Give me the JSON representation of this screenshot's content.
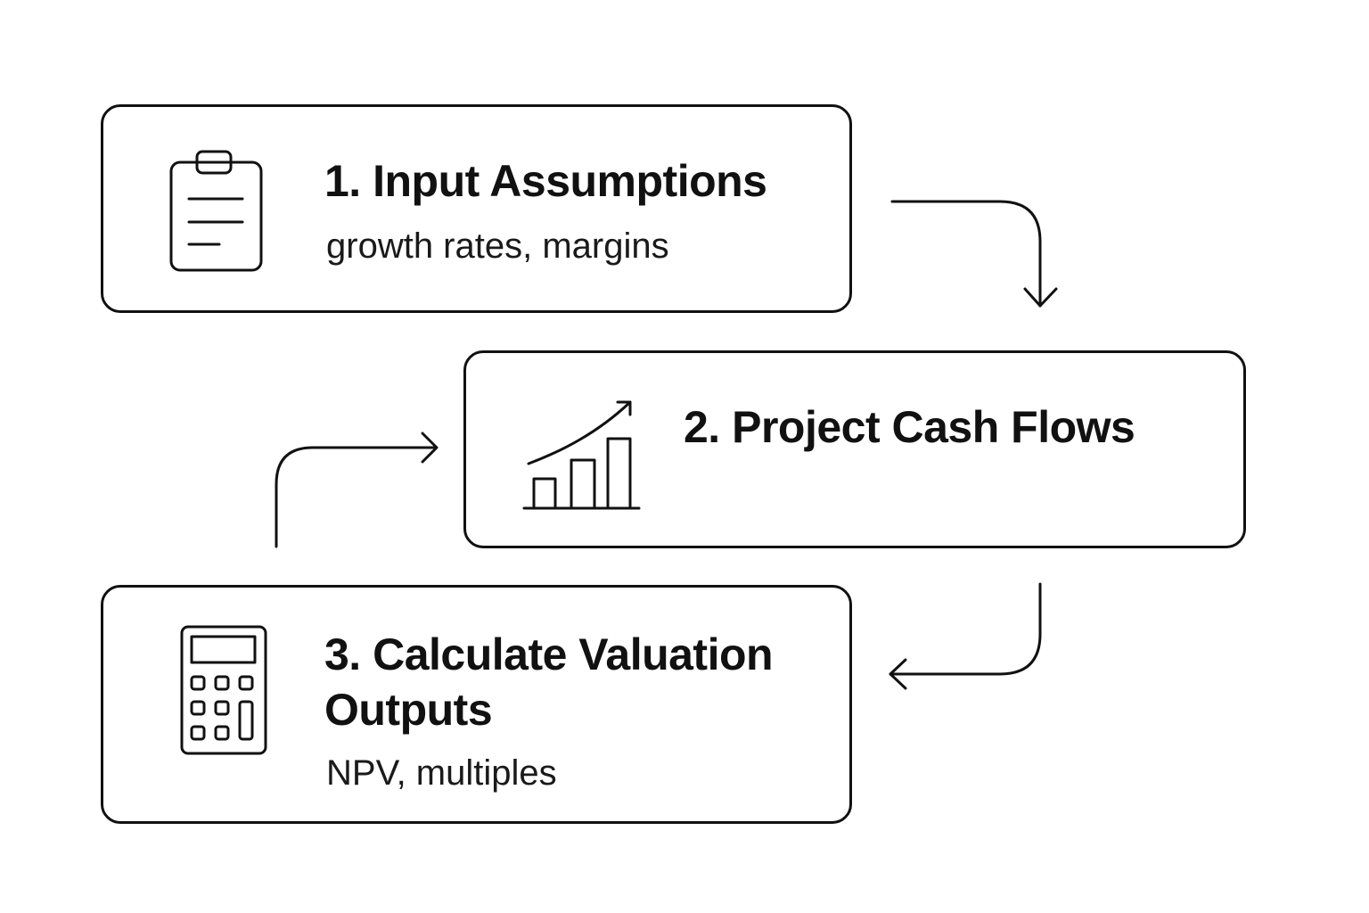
{
  "steps": [
    {
      "title": "1. Input Assumptions",
      "description": "growth rates, margins",
      "icon": "clipboard-icon"
    },
    {
      "title": "2. Project Cash Flows",
      "description": "",
      "icon": "growth-chart-icon"
    },
    {
      "title": "3. Calculate Valuation Outputs",
      "description": "NPV, multiples",
      "icon": "calculator-icon"
    }
  ],
  "colors": {
    "stroke": "#111111",
    "background": "#ffffff"
  }
}
